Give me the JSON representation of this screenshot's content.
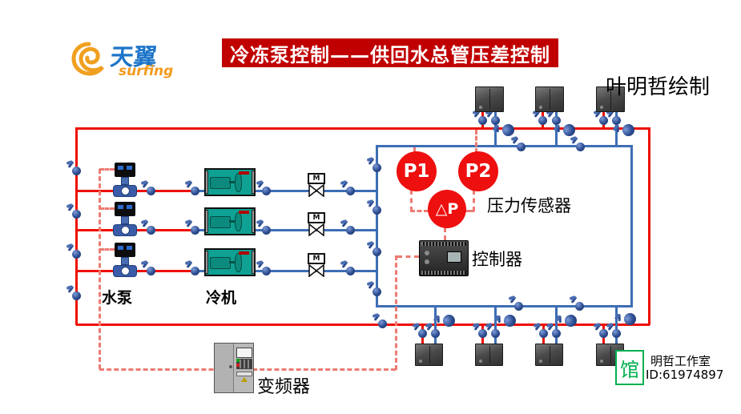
{
  "header": {
    "logo_brand": "天翼",
    "logo_sub": "surfing",
    "title": "冷冻泵控制——供回水总管压差控制",
    "credit": "叶明哲绘制"
  },
  "diagram": {
    "labels": {
      "pump": "水泵",
      "chiller": "冷机",
      "vfd": "变频器",
      "controller": "控制器",
      "pressure_sensor": "压力传感器"
    },
    "sensors": {
      "p1": "P1",
      "p2": "P2",
      "dp": "△P"
    },
    "motor_valve_label": "M"
  },
  "footer": {
    "seal": "馆",
    "studio_name": "明哲工作室",
    "studio_id": "ID:61974897"
  },
  "colors": {
    "pipe_red": "#ee1000",
    "pipe_blue": "#3d6eb5",
    "signal_pink": "#ec7b72",
    "valve_blue": "#2b4b8f",
    "banner_bg": "#c00000",
    "sensor_red": "#ee0f0f",
    "chiller_teal": "#0fa193",
    "fcu_gray": "#4a4a4a",
    "controller_dark": "#222222",
    "vfd_gray": "#b9b9b9",
    "studio_green": "#00b050",
    "logo_blue": "#1b74c8",
    "logo_orange": "#f59a1e"
  }
}
